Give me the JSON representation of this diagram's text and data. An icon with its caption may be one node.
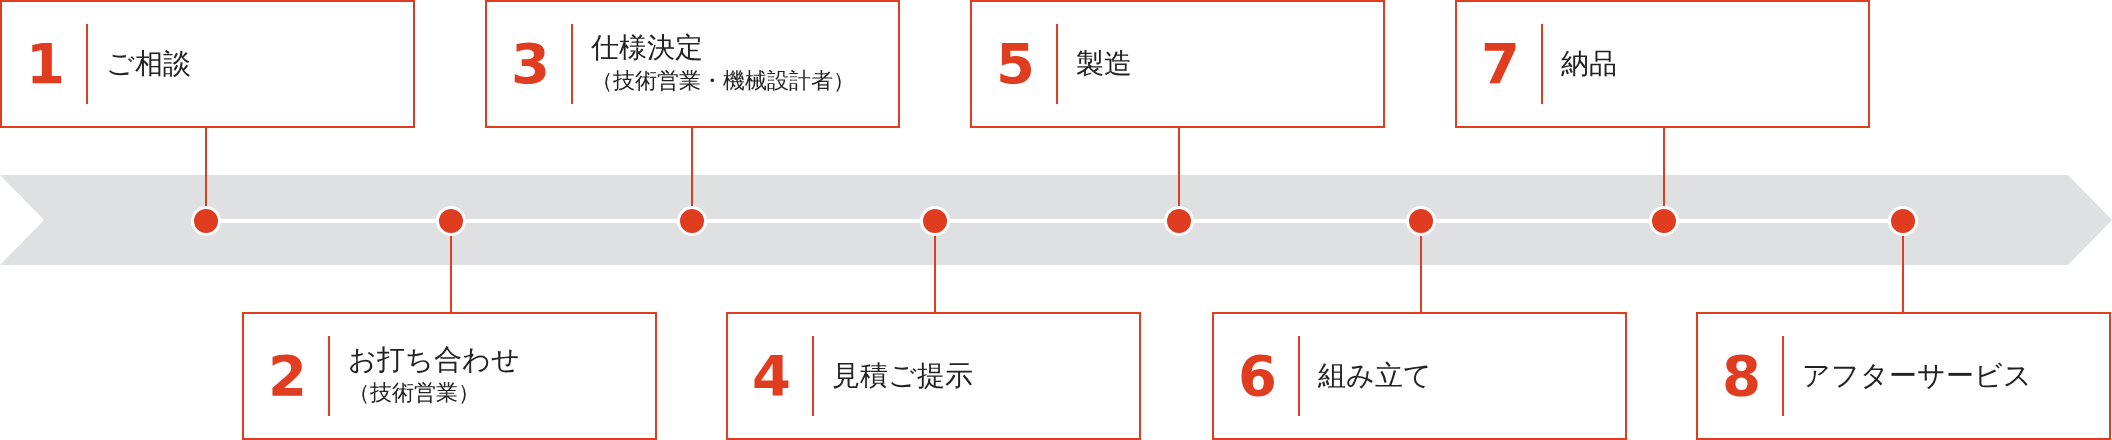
{
  "diagram": {
    "nodes": [
      {
        "text": [
          "1",
          "ご相談"
        ]
      },
      {
        "text": [
          "2",
          "お打ち合わせ",
          "（技術営業）"
        ]
      },
      {
        "text": [
          "3",
          "仕様決定",
          "（技術営業・機械設計者）"
        ]
      },
      {
        "text": [
          "4",
          "見積ご提示"
        ]
      },
      {
        "text": [
          "5",
          "製造"
        ]
      },
      {
        "text": [
          "6",
          "組み立て"
        ]
      },
      {
        "text": [
          "7",
          "納品"
        ]
      },
      {
        "text": [
          "8",
          "アフターサービス"
        ]
      },
      {
        "text": [],
        "shape": "circle"
      },
      {
        "text": [],
        "shape": "circle"
      },
      {
        "text": [],
        "shape": "circle"
      },
      {
        "text": [],
        "shape": "circle"
      },
      {
        "text": [],
        "shape": "circle"
      },
      {
        "text": [],
        "shape": "circle"
      },
      {
        "text": [],
        "shape": "circle"
      },
      {
        "text": [],
        "shape": "circle"
      }
    ],
    "edges": [
      {
        "from": 0,
        "to": 8,
        "arrow": "none"
      },
      {
        "from": 1,
        "to": 9,
        "arrow": "none"
      },
      {
        "from": 2,
        "to": 10,
        "arrow": "none"
      },
      {
        "from": 3,
        "to": 11,
        "arrow": "none"
      },
      {
        "from": 4,
        "to": 12,
        "arrow": "none"
      },
      {
        "from": 5,
        "to": 13,
        "arrow": "none"
      },
      {
        "from": 6,
        "to": 14,
        "arrow": "none"
      },
      {
        "from": 7,
        "to": 15,
        "arrow": "none"
      },
      {
        "from": 8,
        "to": 9,
        "arrow": "none",
        "color": "#ffffff"
      },
      {
        "from": 9,
        "to": 10,
        "arrow": "none",
        "color": "#ffffff"
      },
      {
        "from": 10,
        "to": 11,
        "arrow": "none",
        "color": "#ffffff"
      },
      {
        "from": 11,
        "to": 12,
        "arrow": "none",
        "color": "#ffffff"
      },
      {
        "from": 12,
        "to": 13,
        "arrow": "none",
        "color": "#ffffff"
      },
      {
        "from": 13,
        "to": 14,
        "arrow": "none",
        "color": "#ffffff"
      },
      {
        "from": 14,
        "to": 15,
        "arrow": "none",
        "color": "#ffffff"
      }
    ]
  }
}
